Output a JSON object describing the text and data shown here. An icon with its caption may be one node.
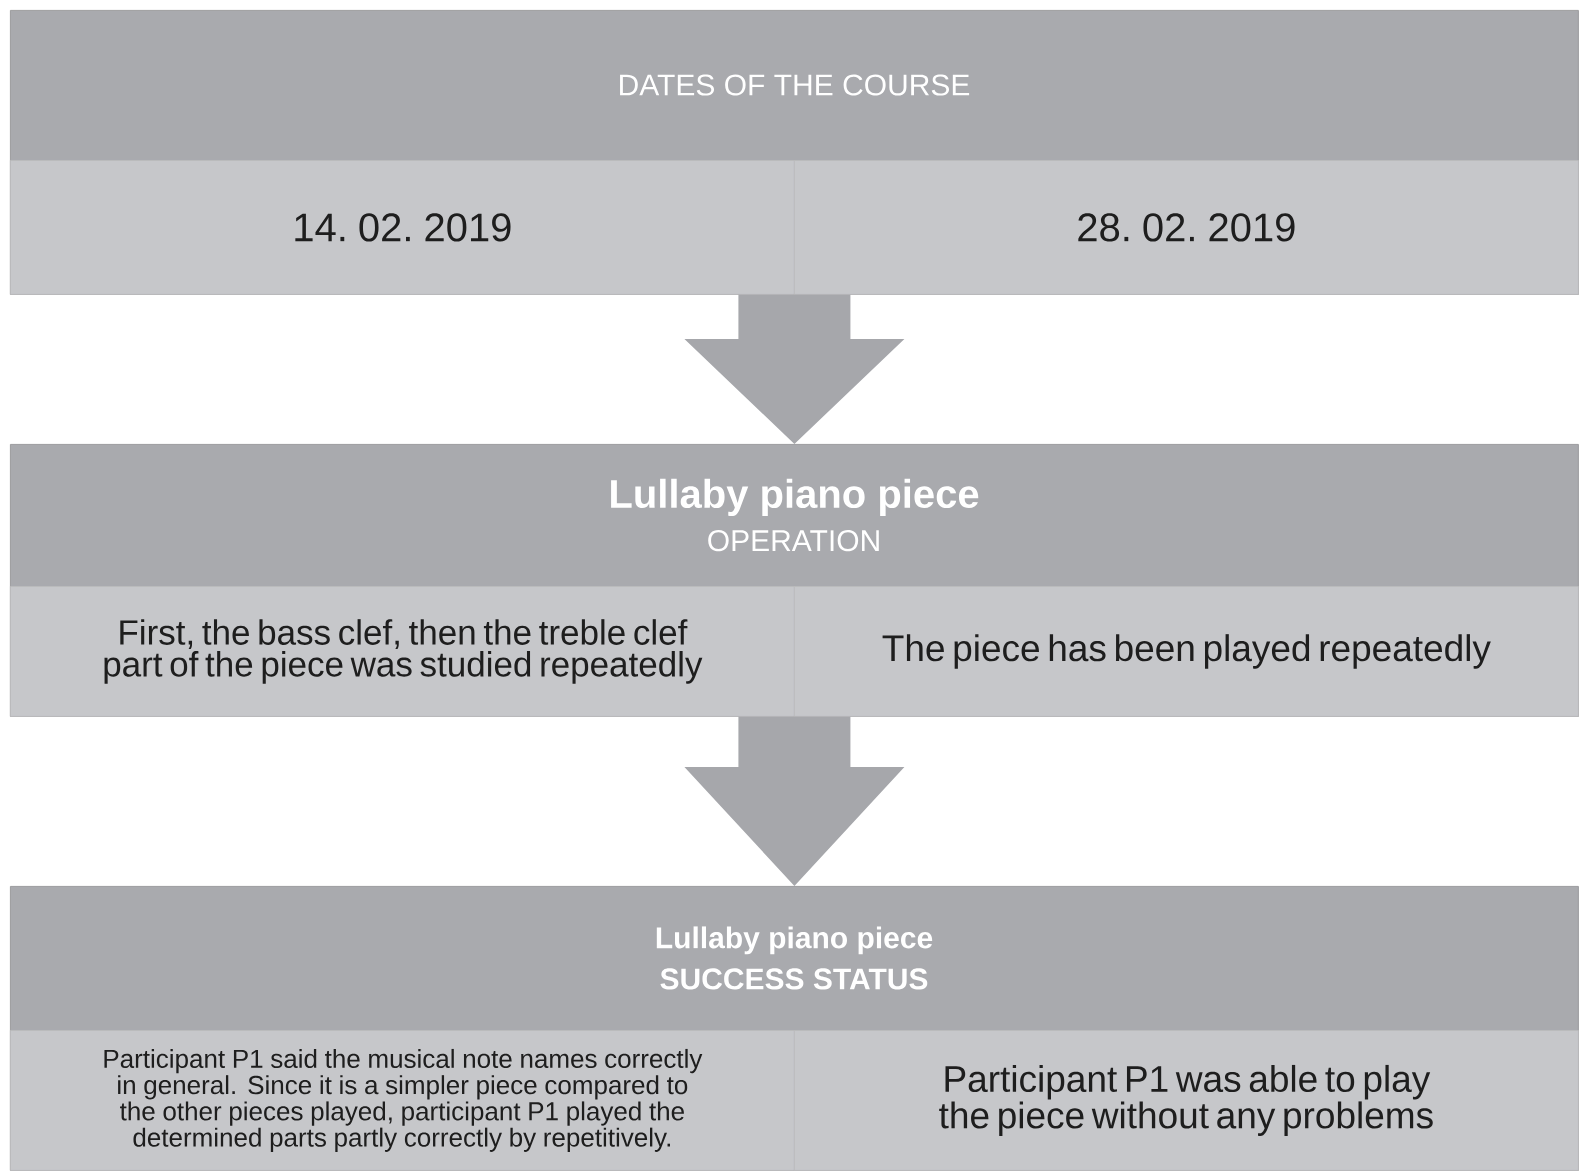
{
  "diagram": {
    "nodes": [
      {
        "text": [
          "DATES OF THE COURSE"
        ]
      },
      {
        "text": [
          "14. 02. 2019"
        ],
        "in": 0
      },
      {
        "text": [
          "28. 02. 2019"
        ],
        "in": 0
      },
      {
        "text": [
          "Lullaby piano piece",
          "OPERATION"
        ]
      },
      {
        "text": [
          "First, the bass clef, then the treble clef part of the piece was studied repeatedly"
        ],
        "in": 3
      },
      {
        "text": [
          "The piece has been played repeatedly"
        ],
        "in": 3
      },
      {
        "text": [
          "Lullaby piano piece",
          "SUCCESS STATUS"
        ]
      },
      {
        "text": [
          "Participant P1 said the musical note names correctly in general. Since it is a simpler piece compared to the other pieces played, participant P1 played the determined parts partly correctly by repetitively."
        ],
        "in": 6
      },
      {
        "text": [
          "Participant P1 was able to play the piece without any problems"
        ],
        "in": 6
      }
    ],
    "edges": [
      {
        "from": 0,
        "to": 3,
        "arrow": "to"
      },
      {
        "from": 3,
        "to": 6,
        "arrow": "to"
      }
    ]
  }
}
